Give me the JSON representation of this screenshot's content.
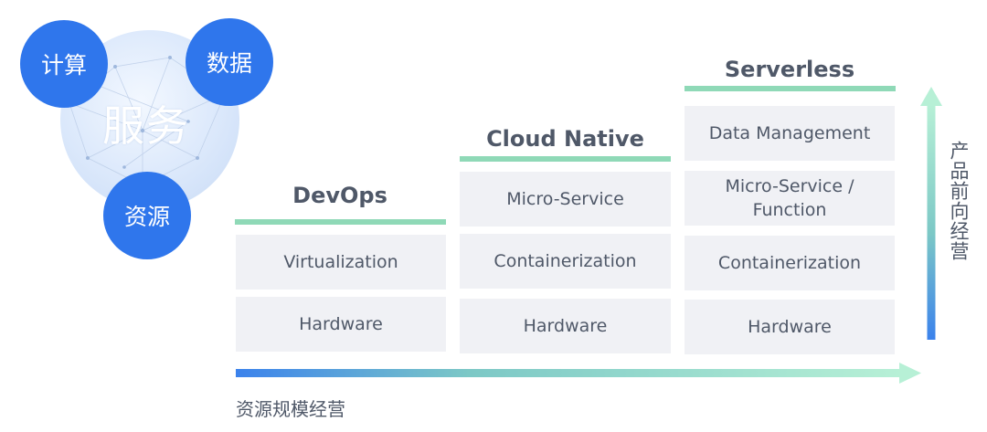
{
  "cluster": {
    "center": "服务",
    "bubbles": [
      "计算",
      "数据",
      "资源"
    ]
  },
  "columns": [
    {
      "title": "DevOps",
      "cells": [
        "Virtualization",
        "Hardware"
      ]
    },
    {
      "title": "Cloud Native",
      "cells": [
        "Micro-Service",
        "Containerization",
        "Hardware"
      ]
    },
    {
      "title": "Serverless",
      "cells": [
        "Data Management",
        "Micro-Service / Function",
        "Containerization",
        "Hardware"
      ]
    }
  ],
  "axes": {
    "x_label": "资源规模经营",
    "y_label": "产品前向经营"
  },
  "colors": {
    "bubble": "#2f76ec",
    "rule": "#8fd9b7",
    "cell_bg": "#f0f1f5",
    "text": "#4f5868",
    "arrow_start": "#3b82ec",
    "arrow_end": "#b7f0d6"
  }
}
